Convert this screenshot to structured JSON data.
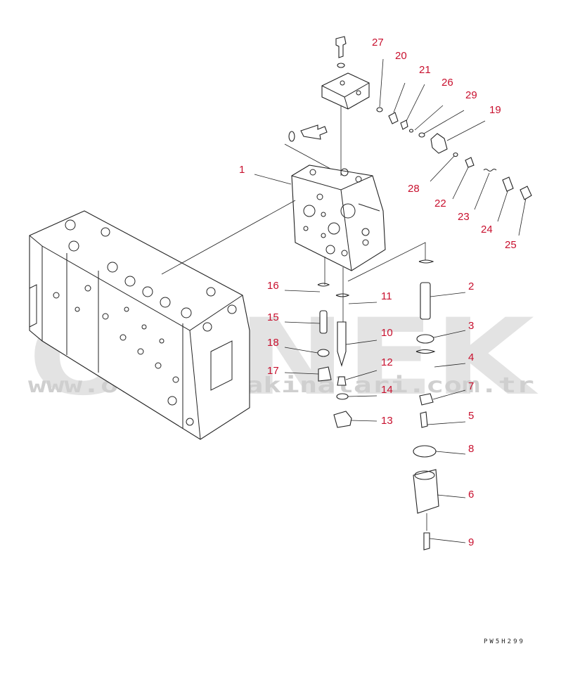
{
  "watermark": {
    "brand": "ORNEK",
    "url": "www.ornekismakinalari.com.tr"
  },
  "drawing_code": "PW5H299",
  "callouts": [
    {
      "id": "1",
      "label": "1"
    },
    {
      "id": "2",
      "label": "2"
    },
    {
      "id": "3",
      "label": "3"
    },
    {
      "id": "4",
      "label": "4"
    },
    {
      "id": "5",
      "label": "5"
    },
    {
      "id": "6",
      "label": "6"
    },
    {
      "id": "7",
      "label": "7"
    },
    {
      "id": "8",
      "label": "8"
    },
    {
      "id": "9",
      "label": "9"
    },
    {
      "id": "10",
      "label": "10"
    },
    {
      "id": "11",
      "label": "11"
    },
    {
      "id": "12",
      "label": "12"
    },
    {
      "id": "13",
      "label": "13"
    },
    {
      "id": "14",
      "label": "14"
    },
    {
      "id": "15",
      "label": "15"
    },
    {
      "id": "16",
      "label": "16"
    },
    {
      "id": "17",
      "label": "17"
    },
    {
      "id": "18",
      "label": "18"
    },
    {
      "id": "19",
      "label": "19"
    },
    {
      "id": "20",
      "label": "20"
    },
    {
      "id": "21",
      "label": "21"
    },
    {
      "id": "22",
      "label": "22"
    },
    {
      "id": "23",
      "label": "23"
    },
    {
      "id": "24",
      "label": "24"
    },
    {
      "id": "25",
      "label": "25"
    },
    {
      "id": "26",
      "label": "26"
    },
    {
      "id": "27",
      "label": "27"
    },
    {
      "id": "28",
      "label": "28"
    },
    {
      "id": "29",
      "label": "29"
    }
  ],
  "colors": {
    "callout": "#c8102e",
    "line": "#222222",
    "watermark": "#e3e3e3"
  }
}
